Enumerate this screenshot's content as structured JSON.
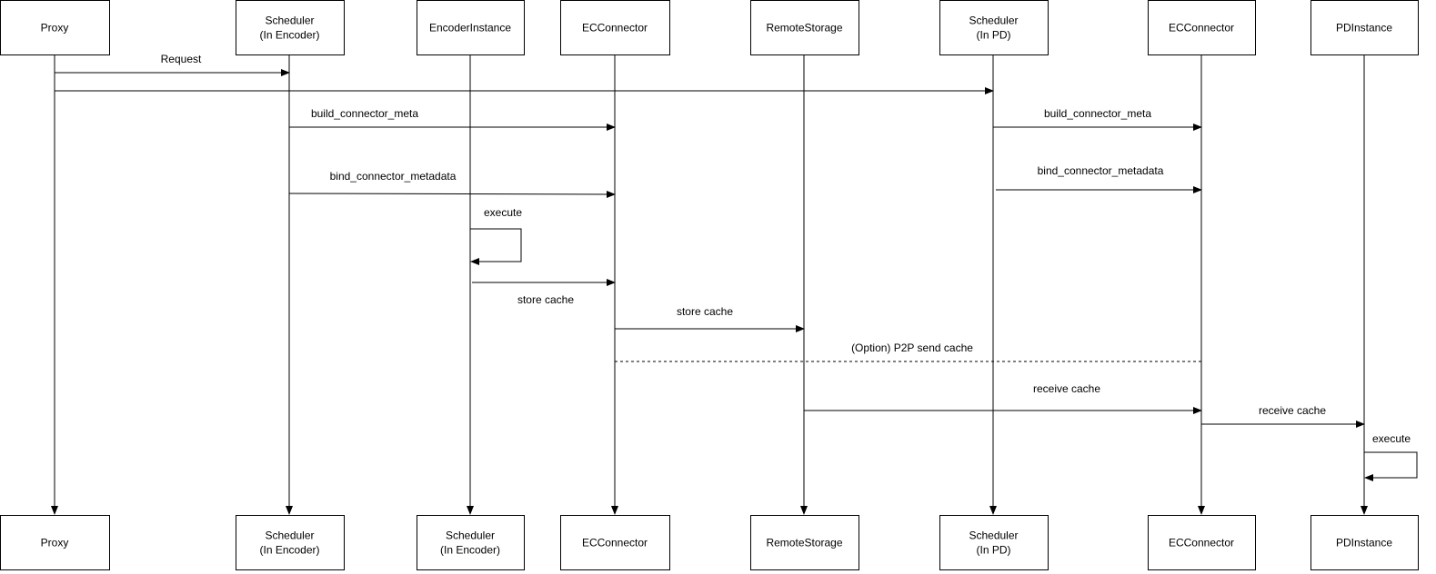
{
  "participants_top": [
    {
      "id": "proxy",
      "lines": [
        "Proxy"
      ]
    },
    {
      "id": "scheduler-encoder",
      "lines": [
        "Scheduler",
        "(In Encoder)"
      ]
    },
    {
      "id": "encoder-instance",
      "lines": [
        "EncoderInstance"
      ]
    },
    {
      "id": "ecconnector-1",
      "lines": [
        "ECConnector"
      ]
    },
    {
      "id": "remote-storage",
      "lines": [
        "RemoteStorage"
      ]
    },
    {
      "id": "scheduler-pd",
      "lines": [
        "Scheduler",
        "(In PD)"
      ]
    },
    {
      "id": "ecconnector-2",
      "lines": [
        "ECConnector"
      ]
    },
    {
      "id": "pd-instance",
      "lines": [
        "PDInstance"
      ]
    }
  ],
  "participants_bottom": [
    {
      "id": "proxy",
      "lines": [
        "Proxy"
      ]
    },
    {
      "id": "scheduler-encoder",
      "lines": [
        "Scheduler",
        "(In Encoder)"
      ]
    },
    {
      "id": "encoder-instance",
      "lines": [
        "Scheduler",
        "(In Encoder)"
      ]
    },
    {
      "id": "ecconnector-1",
      "lines": [
        "ECConnector"
      ]
    },
    {
      "id": "remote-storage",
      "lines": [
        "RemoteStorage"
      ]
    },
    {
      "id": "scheduler-pd",
      "lines": [
        "Scheduler",
        "(In PD)"
      ]
    },
    {
      "id": "ecconnector-2",
      "lines": [
        "ECConnector"
      ]
    },
    {
      "id": "pd-instance",
      "lines": [
        "PDInstance"
      ]
    }
  ],
  "messages": [
    {
      "id": "request",
      "from": "proxy",
      "to": "scheduler-encoder",
      "label": "Request",
      "style": "solid"
    },
    {
      "id": "request-pd",
      "from": "proxy",
      "to": "scheduler-pd",
      "label": "",
      "style": "solid"
    },
    {
      "id": "build-meta-enc",
      "from": "scheduler-encoder",
      "to": "ecconnector-1",
      "label": "build_connector_meta",
      "style": "solid"
    },
    {
      "id": "build-meta-pd",
      "from": "scheduler-pd",
      "to": "ecconnector-2",
      "label": "build_connector_meta",
      "style": "solid"
    },
    {
      "id": "bind-meta-enc",
      "from": "scheduler-encoder",
      "to": "ecconnector-1",
      "label": "bind_connector_metadata",
      "style": "solid"
    },
    {
      "id": "bind-meta-pd",
      "from": "scheduler-pd",
      "to": "ecconnector-2",
      "label": "bind_connector_metadata",
      "style": "solid"
    },
    {
      "id": "execute-enc",
      "from": "encoder-instance",
      "to": "encoder-instance",
      "label": "execute",
      "style": "self"
    },
    {
      "id": "store-cache-1",
      "from": "encoder-instance",
      "to": "ecconnector-1",
      "label": "store cache",
      "style": "solid"
    },
    {
      "id": "store-cache-2",
      "from": "ecconnector-1",
      "to": "remote-storage",
      "label": "store cache",
      "style": "solid"
    },
    {
      "id": "p2p-send",
      "from": "ecconnector-1",
      "to": "ecconnector-2",
      "label": "(Option) P2P send cache",
      "style": "dashed"
    },
    {
      "id": "receive-cache-1",
      "from": "remote-storage",
      "to": "ecconnector-2",
      "label": "receive cache",
      "style": "solid"
    },
    {
      "id": "receive-cache-2",
      "from": "ecconnector-2",
      "to": "pd-instance",
      "label": "receive cache",
      "style": "solid"
    },
    {
      "id": "execute-pd",
      "from": "pd-instance",
      "to": "pd-instance",
      "label": "execute",
      "style": "self"
    }
  ]
}
